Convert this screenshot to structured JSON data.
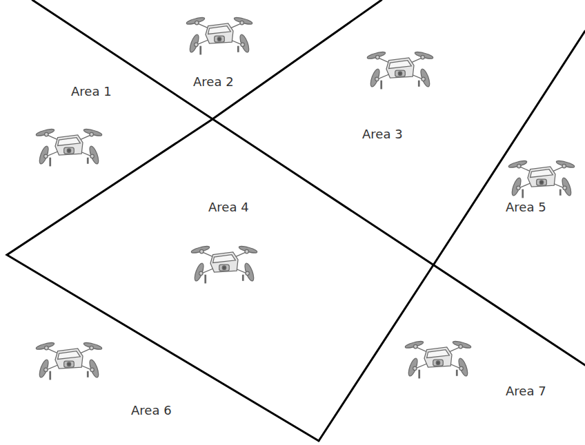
{
  "diagram": {
    "labels": [
      "Area 1",
      "Area 2",
      "Area 3",
      "Area 4",
      "Area 5",
      "Area 6",
      "Area 7"
    ]
  }
}
